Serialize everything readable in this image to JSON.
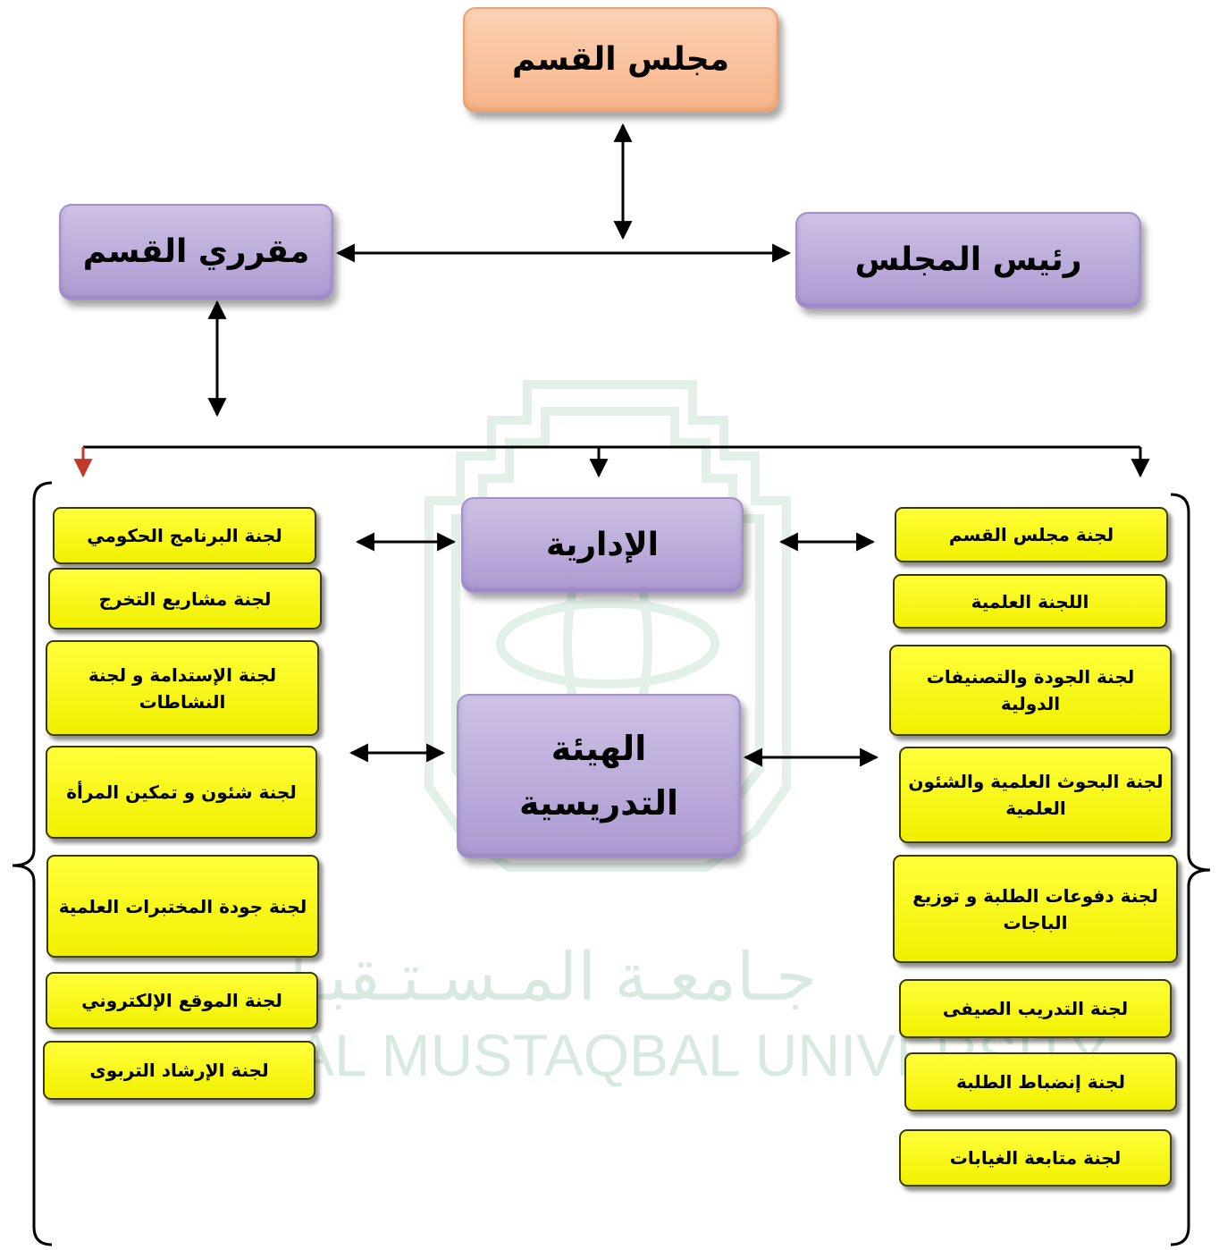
{
  "top": {
    "council": "مجلس القسم",
    "rapporteur": "مقرري القسم",
    "chair": "رئيس المجلس"
  },
  "middle": {
    "administrative": "الإدارية",
    "faculty_line1": "الهيئة",
    "faculty_line2": "التدريسية"
  },
  "left_committees": [
    "لجنة البرنامج الحكومي",
    "لجنة مشاريع التخرج",
    "لجنة الإستدامة و لجنة النشاطات",
    "لجنة شئون و تمكين المرأة",
    "لجنة جودة المختبرات العلمية",
    "لجنة الموقع الإلكتروني",
    "لجنة الإرشاد التربوى"
  ],
  "right_committees": [
    "لجنة مجلس القسم",
    "اللجنة العلمية",
    "لجنة الجودة والتصنيفات الدولية",
    "لجنة البحوث العلمية والشئون العلمية",
    "لجنة دفوعات الطلبة و توزيع الباجات",
    "لجنة التدريب الصيفى",
    "لجنة إنضباط الطلبة",
    "لجنة متابعة الغيابات"
  ],
  "watermark": {
    "arabic": "جـامعـة المـسـتـقبـل",
    "english": "AL MUSTAQBAL UNIVERSITY"
  }
}
